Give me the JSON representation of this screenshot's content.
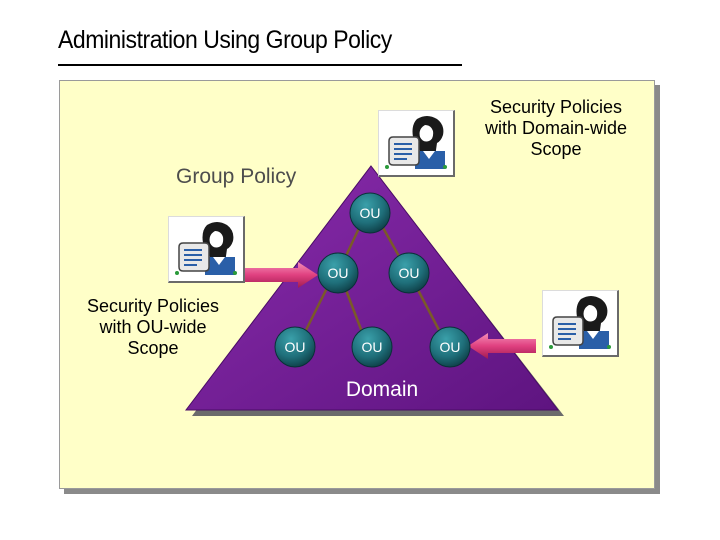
{
  "title": "Administration Using Group Policy",
  "labels": {
    "group_policy": "Group Policy",
    "domain": "Domain",
    "ou": "OU",
    "domain_scope": [
      "Security Policies",
      "with Domain-wide",
      "Scope"
    ],
    "ou_scope": [
      "Security Policies",
      "with OU-wide",
      "Scope"
    ]
  },
  "colors": {
    "background": "#ffffff",
    "panel": "#ffffc8",
    "triangle": "#7a1f9a",
    "ou_node": "#1f6f7a",
    "arrow": "#e04080",
    "connector": "#7a5a28"
  },
  "icons": [
    "policy-admin-icon"
  ]
}
